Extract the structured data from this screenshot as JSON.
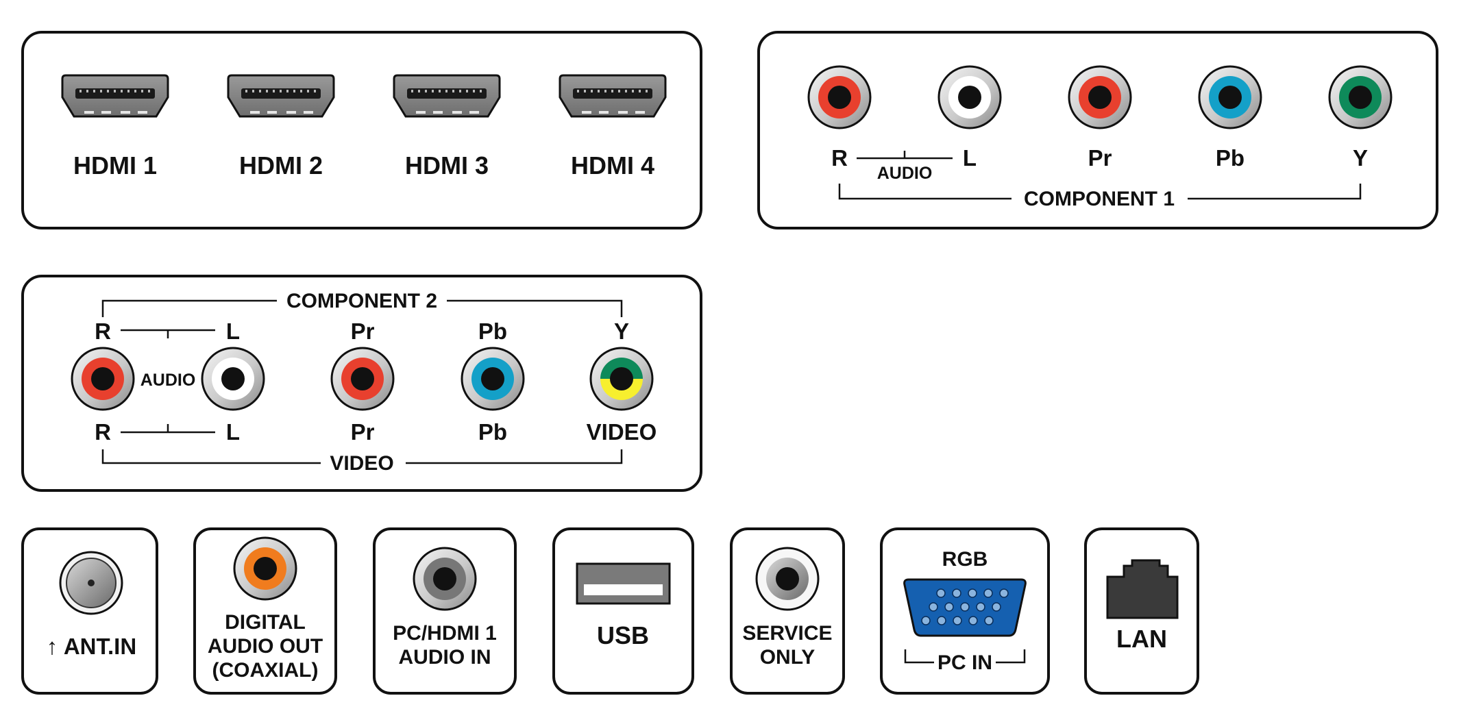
{
  "hdmi_panel": {
    "ports": [
      {
        "label": "HDMI 1"
      },
      {
        "label": "HDMI 2"
      },
      {
        "label": "HDMI 3"
      },
      {
        "label": "HDMI 4"
      }
    ]
  },
  "component1": {
    "title": "COMPONENT 1",
    "audio_label": "AUDIO",
    "jacks": [
      {
        "label": "R",
        "color": "#e8402e"
      },
      {
        "label": "L",
        "color": "#ffffff"
      },
      {
        "label": "Pr",
        "color": "#e8402e"
      },
      {
        "label": "Pb",
        "color": "#14a0c8"
      },
      {
        "label": "Y",
        "color": "#0e8a5a"
      }
    ]
  },
  "component2": {
    "title": "COMPONENT 2",
    "video_title": "VIDEO",
    "audio_label": "AUDIO",
    "top_labels": {
      "r": "R",
      "l": "L",
      "pr": "Pr",
      "pb": "Pb",
      "y": "Y"
    },
    "bottom_labels": {
      "r": "R",
      "l": "L",
      "pr": "Pr",
      "pb": "Pb",
      "video": "VIDEO"
    },
    "colors": {
      "red": "#e8402e",
      "white": "#ffffff",
      "blue": "#14a0c8",
      "green": "#0e8a5a",
      "yellow": "#f7ef2e"
    }
  },
  "bottom_panels": {
    "ant": {
      "label": "ANT.IN",
      "arrow": "↑"
    },
    "digital_audio": {
      "line1": "DIGITAL",
      "line2": "AUDIO OUT",
      "line3": "(COAXIAL)",
      "color": "#f07c1e"
    },
    "pc_audio": {
      "line1": "PC/HDMI 1",
      "line2": "AUDIO IN"
    },
    "usb": {
      "label": "USB"
    },
    "service": {
      "line1": "SERVICE",
      "line2": "ONLY"
    },
    "pc_in": {
      "top_label": "RGB",
      "bottom_label": "PC IN",
      "color": "#1560b0"
    },
    "lan": {
      "label": "LAN"
    }
  }
}
